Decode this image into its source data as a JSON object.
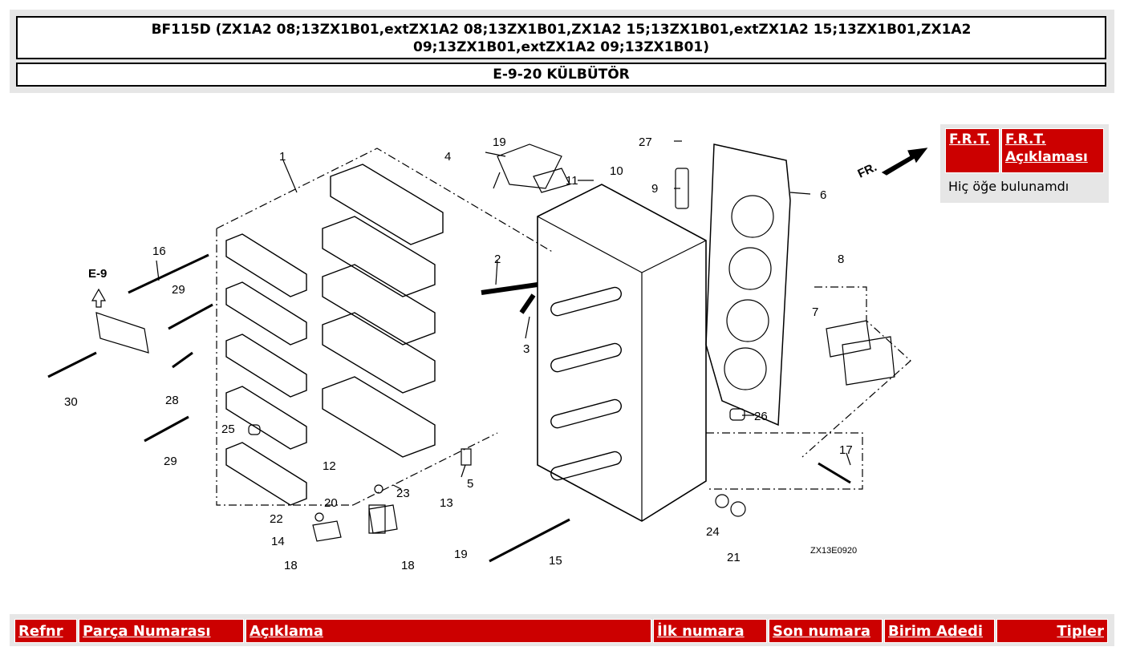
{
  "header": {
    "model_line1": "BF115D (ZX1A2 08;13ZX1B01,extZX1A2 08;13ZX1B01,ZX1A2 15;13ZX1B01,extZX1A2 15;13ZX1B01,ZX1A2",
    "model_line2": "09;13ZX1B01,extZX1A2 09;13ZX1B01)",
    "section_title": "E-9-20 KÜLBÜTÖR"
  },
  "diagram": {
    "ref_section": "E-9",
    "direction_label": "FR.",
    "drawing_code": "ZX13E0920",
    "callouts": [
      "1",
      "2",
      "3",
      "4",
      "5",
      "6",
      "7",
      "8",
      "9",
      "10",
      "11",
      "12",
      "13",
      "14",
      "15",
      "16",
      "17",
      "18",
      "18",
      "19",
      "19",
      "20",
      "21",
      "22",
      "23",
      "24",
      "25",
      "26",
      "27",
      "28",
      "29",
      "29",
      "30"
    ]
  },
  "frt": {
    "col1": "F.R.T.",
    "col2_line1": "F.R.T.",
    "col2_line2": "Açıklaması",
    "empty_text": "Hiç öğe bulunamdı"
  },
  "parts_table": {
    "headers": [
      "Refnr",
      "Parça Numarası",
      "Açıklama",
      "İlk numara",
      "Son numara",
      "Birim Adedi",
      "Tipler"
    ]
  },
  "colors": {
    "header_red": "#cc0000",
    "panel_gray": "#e6e6e6"
  }
}
